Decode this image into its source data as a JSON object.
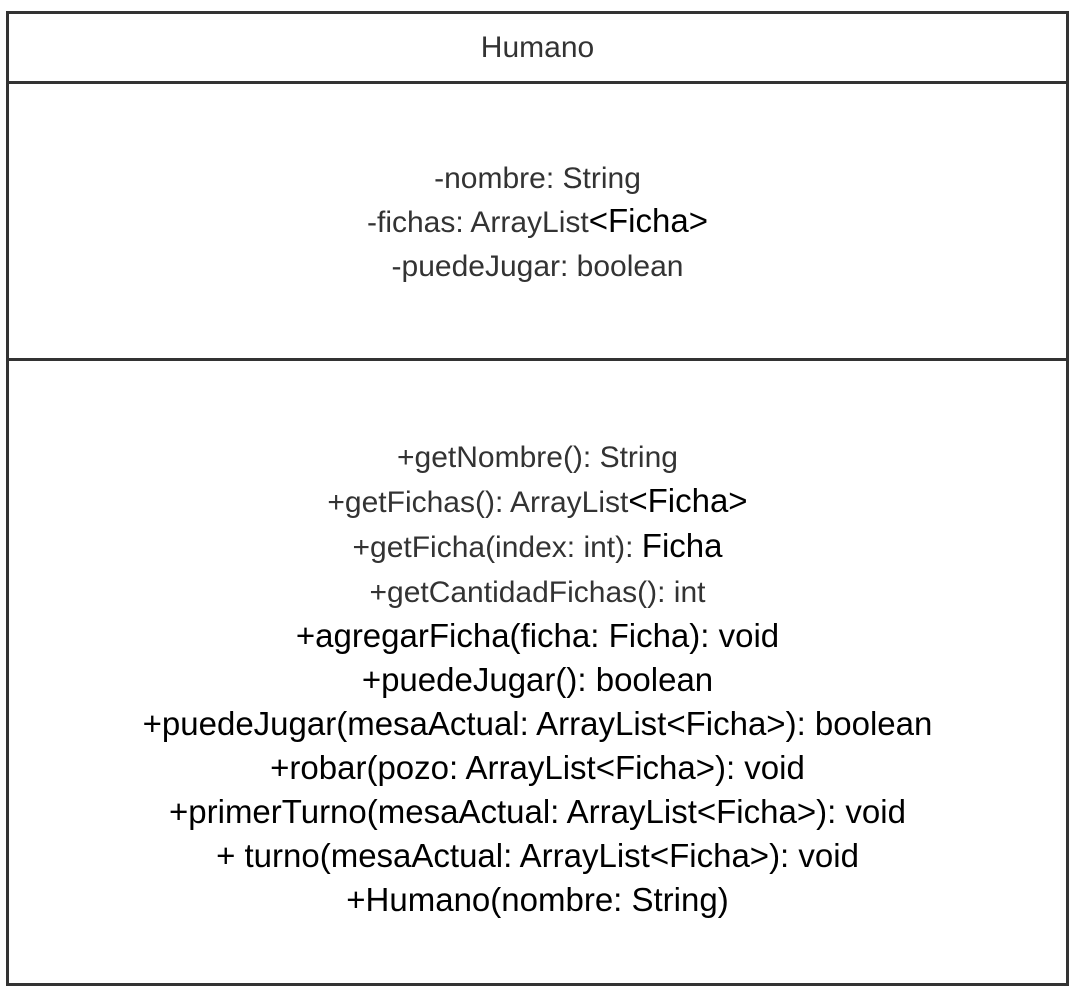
{
  "class": {
    "name": "Humano",
    "attributes": [
      {
        "pre": "-nombre: String",
        "post": ""
      },
      {
        "pre": "-fichas: ArrayList",
        "post": "<Ficha>"
      },
      {
        "pre": "-puedeJugar: boolean",
        "post": ""
      }
    ],
    "methods": [
      {
        "pre": "+getNombre(): String",
        "post": ""
      },
      {
        "pre": "+getFichas(): ArrayList",
        "post": "<Ficha>"
      },
      {
        "pre": "+getFicha(index: int): ",
        "post": "Ficha"
      },
      {
        "pre": "+getCantidadFichas(): int",
        "post": ""
      },
      {
        "pre": "+agregarFicha(ficha: Ficha): void",
        "post": ""
      },
      {
        "pre": "+puedeJugar(): boolean",
        "post": ""
      },
      {
        "pre": "+puedeJugar(mesaActual: ArrayList<Ficha>): boolean",
        "post": ""
      },
      {
        "pre": "+robar(pozo: ArrayList<Ficha>): void",
        "post": ""
      },
      {
        "pre": "+primerTurno(mesaActual: ArrayList<Ficha>): void",
        "post": ""
      },
      {
        "pre": "+ turno(mesaActual: ArrayList<Ficha>): void",
        "post": ""
      },
      {
        "pre": "+Humano(nombre: String)",
        "post": ""
      }
    ]
  }
}
